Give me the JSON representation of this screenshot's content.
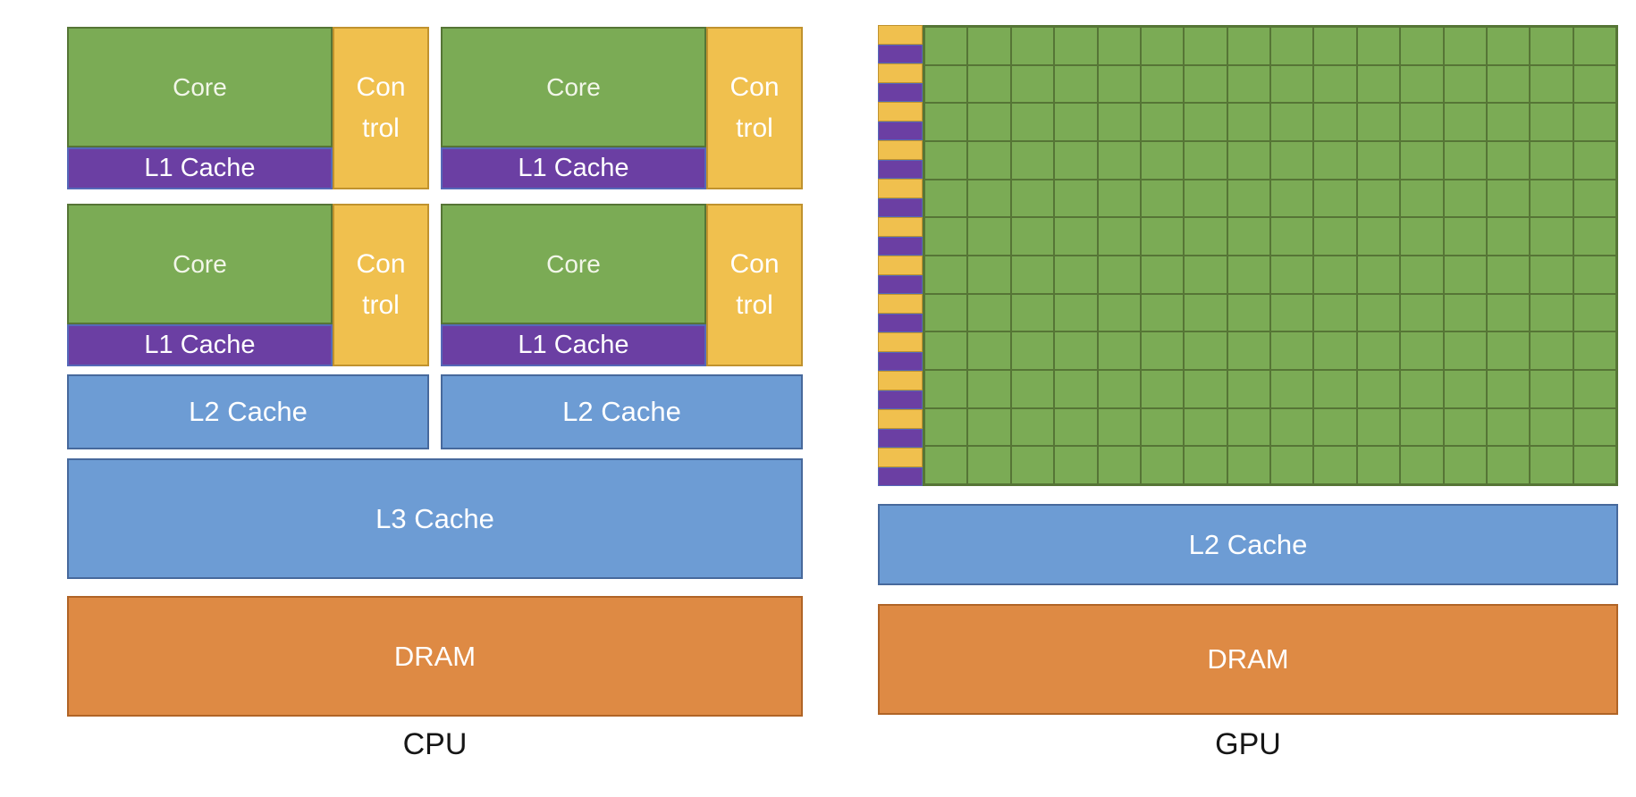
{
  "figure": {
    "cpu_section_label": "CPU",
    "gpu_section_label": "GPU"
  },
  "palette": {
    "green": "#7BAB55",
    "green_border": "#567536",
    "yellow": "#F0C04E",
    "yellow_border": "#C0922E",
    "purple": "#6B3FA3",
    "purple_border": "#5568B8",
    "blue": "#6D9CD4",
    "blue_border": "#47699C",
    "orange": "#DE8A44",
    "orange_border": "#B06426",
    "block_text": "#FFFFFF",
    "label_text": "#161616"
  },
  "cpu": {
    "labels": {
      "core": "Core",
      "control_line1": "Con",
      "control_line2": "trol",
      "l1": "L1 Cache",
      "l2": "L2 Cache",
      "l3": "L3 Cache",
      "dram": "DRAM"
    },
    "core_unit_count": 4,
    "l2_block_count": 2
  },
  "gpu": {
    "labels": {
      "l2": "L2 Cache",
      "dram": "DRAM"
    },
    "grid": {
      "rows": 12,
      "cols": 16
    }
  }
}
